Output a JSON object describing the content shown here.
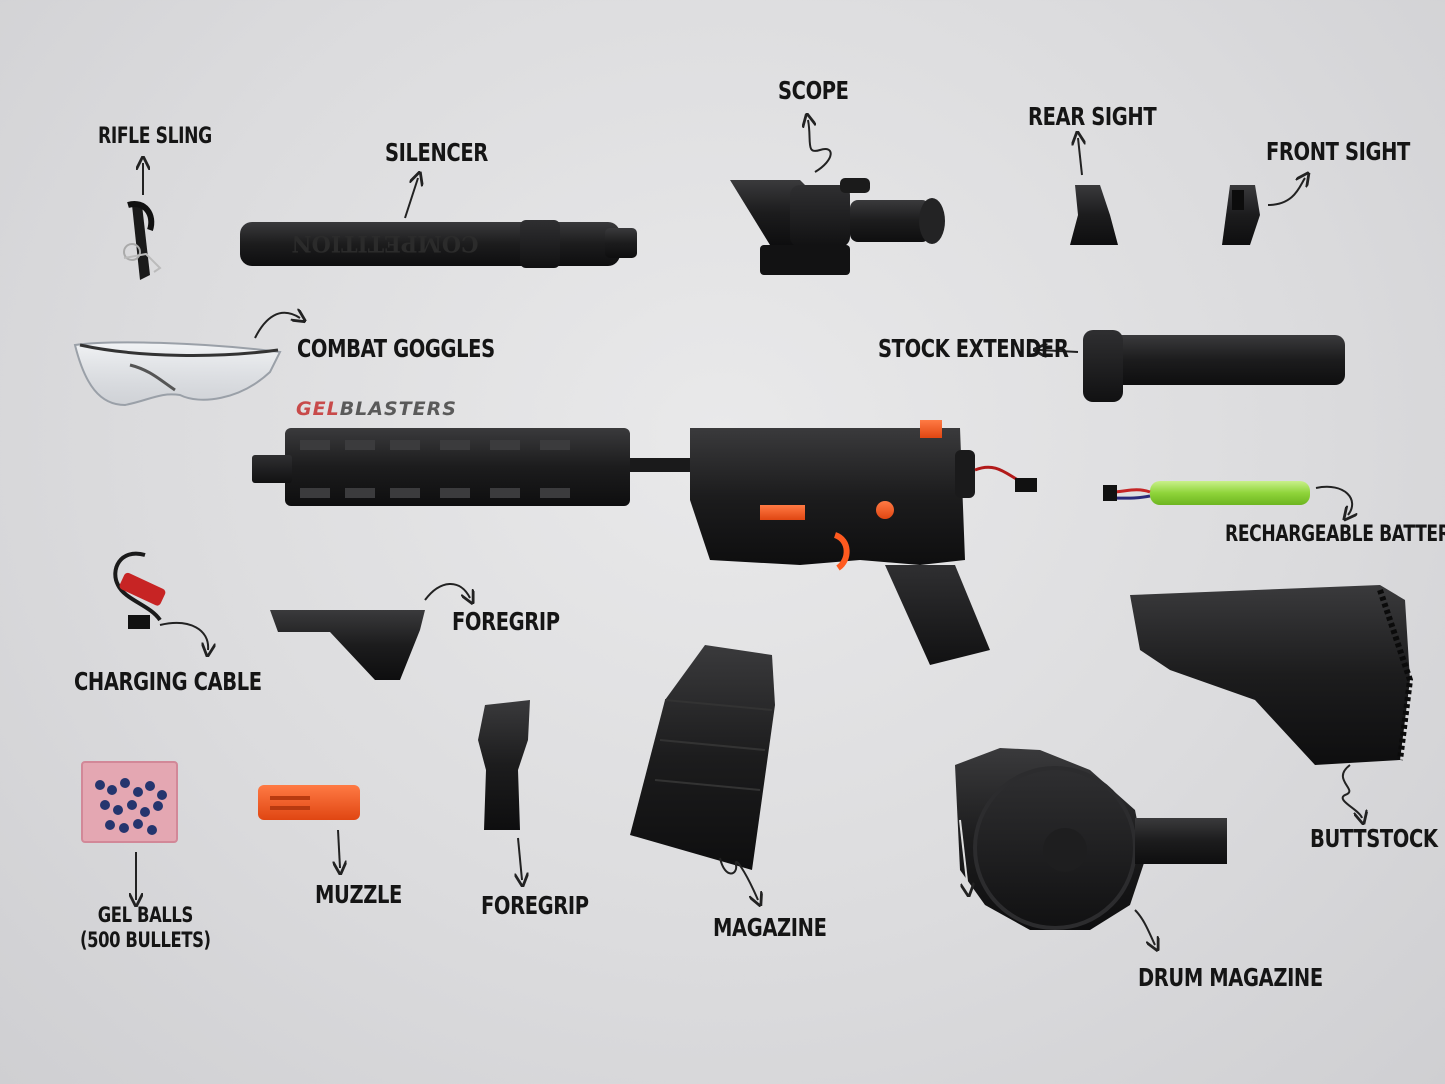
{
  "brand": {
    "word1": "GEL",
    "word2": "BLASTERS",
    "accent_color": "#c84a4a"
  },
  "silencer_engraving": "COMPETITION",
  "accent_orange": "#ff5a1f",
  "labels": {
    "rifle_sling": "RIFLE SLING",
    "silencer": "SILENCER",
    "scope": "SCOPE",
    "rear_sight": "REAR SIGHT",
    "front_sight": "FRONT SIGHT",
    "combat_goggles": "COMBAT GOGGLES",
    "stock_extender": "STOCK EXTENDER",
    "rechargeable_battery": "RECHARGEABLE  BATTERY",
    "charging_cable": "CHARGING CABLE",
    "foregrip_angled": "FOREGRIP",
    "buttstock": "BUTTSTOCK",
    "gel_balls_line1": "GEL BALLS",
    "gel_balls_line2": "(500 BULLETS)",
    "muzzle": "MUZZLE",
    "foregrip_vertical": "FOREGRIP",
    "magazine": "MAGAZINE",
    "drum_magazine": "DRUM MAGAZINE"
  }
}
